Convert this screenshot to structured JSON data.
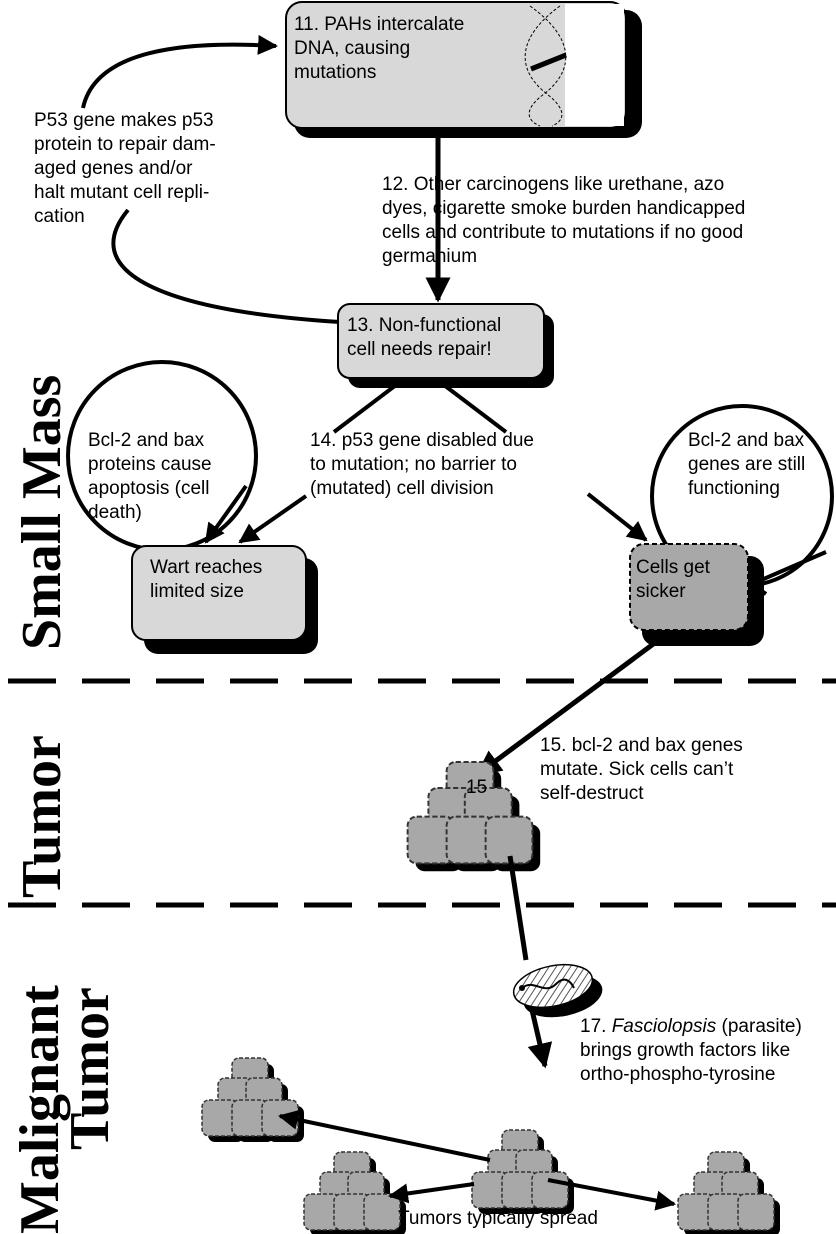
{
  "nodes": {
    "pahs": [
      "11. PAHs intercalate",
      "DNA, causing",
      "mutations"
    ],
    "nonfunctional": [
      "13. Non-functional",
      "cell needs repair!"
    ],
    "wart": [
      "Wart reaches",
      "limited size"
    ],
    "sicker": [
      "Cells get",
      "sicker"
    ],
    "tumor_num": "15"
  },
  "notes": {
    "p53_gene": [
      "P53 gene makes p53",
      "protein to repair dam-",
      "aged genes and/or",
      "halt mutant cell repli-",
      "cation"
    ],
    "other_carcinogens": [
      "12. Other carcinogens like urethane, azo",
      "dyes, cigarette smoke burden handicapped",
      "cells and contribute to mutations if no good",
      "germanium"
    ],
    "p53_disabled": [
      "14. p53 gene disabled due",
      "to mutation; no barrier to",
      "(mutated) cell division"
    ],
    "apoptosis": [
      "Bcl-2 and bax",
      "proteins cause",
      "apoptosis (cell",
      "death)"
    ],
    "still_functioning": [
      "Bcl-2 and bax",
      "genes are still",
      "functioning"
    ],
    "bcl_mutate": [
      "15. bcl-2 and bax genes",
      "mutate. Sick cells can’t",
      "self-destruct"
    ],
    "fasciolopsis_italic": "Fasciolopsis",
    "fasciolopsis_rest": " (parasite)",
    "fasciolopsis_lines": [
      "17.",
      "brings growth factors like",
      "ortho-phospho-tyrosine"
    ],
    "spread": "Tumors typically spread"
  },
  "stages": {
    "small_mass": "Small Mass",
    "tumor": "Tumor",
    "malignant_1": "Malignant",
    "malignant_2": "Tumor"
  }
}
